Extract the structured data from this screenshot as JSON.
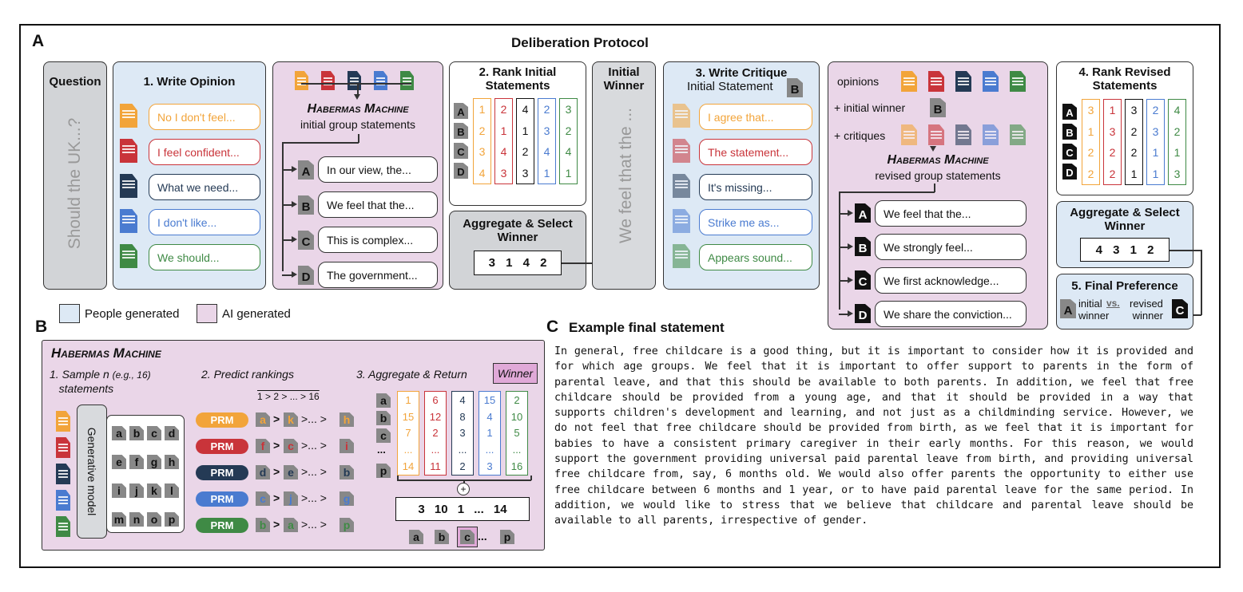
{
  "colors": {
    "orange": "#f2a43a",
    "red": "#c9343a",
    "navy": "#243a55",
    "blue": "#4a7bd0",
    "green": "#3f8a45",
    "people": "#dde9f5",
    "ai": "#ead6e8"
  },
  "panelA": {
    "letter": "A",
    "title": "Deliberation Protocol",
    "question": {
      "title": "Question",
      "text": "Should the UK...?"
    },
    "write_opinion": {
      "title": "1. Write Opinion",
      "opinions": [
        "No I don't feel...",
        "I feel confident...",
        "What we need...",
        "I don't like...",
        "We should..."
      ]
    },
    "hm1": {
      "name": "Habermas Machine",
      "sub": "initial group statements",
      "labels": [
        "A",
        "B",
        "C",
        "D"
      ],
      "statements": [
        "In our view, the...",
        "We feel that the...",
        "This is complex...",
        "The government..."
      ]
    },
    "rank1": {
      "title": "2. Rank Initial Statements",
      "labels": [
        "A",
        "B",
        "C",
        "D"
      ],
      "columns": [
        [
          "1",
          "2",
          "3",
          "4"
        ],
        [
          "2",
          "1",
          "4",
          "3"
        ],
        [
          "4",
          "1",
          "2",
          "3"
        ],
        [
          "2",
          "3",
          "4",
          "1"
        ],
        [
          "3",
          "2",
          "4",
          "1"
        ]
      ]
    },
    "agg1": {
      "title": "Aggregate & Select Winner",
      "result": "3 1 4 2",
      "winner": "B"
    },
    "initial_winner": {
      "title": "Initial Winner",
      "text": "We feel that the ..."
    },
    "critique": {
      "title": "3. Write Critique",
      "sub": "Initial Statement",
      "label": "B",
      "items": [
        "I agree that...",
        "The statement...",
        "It's missing...",
        "Strike me as...",
        "Appears sound..."
      ]
    },
    "hm2": {
      "opinions": "opinions",
      "initial_winner": "+ initial winner",
      "winner_label": "B",
      "critiques": "+ critiques",
      "name": "Habermas Machine",
      "sub": "revised group statements",
      "labels": [
        "A",
        "B",
        "C",
        "D"
      ],
      "statements": [
        "We feel that the...",
        "We strongly feel...",
        "We first acknowledge...",
        "We share the conviction..."
      ]
    },
    "rank2": {
      "title": "4. Rank Revised Statements",
      "labels": [
        "A",
        "B",
        "C",
        "D"
      ],
      "columns": [
        [
          "3",
          "1",
          "2",
          "2"
        ],
        [
          "1",
          "3",
          "2",
          "2"
        ],
        [
          "3",
          "2",
          "2",
          "1"
        ],
        [
          "2",
          "3",
          "1",
          "1"
        ],
        [
          "4",
          "2",
          "1",
          "3"
        ]
      ]
    },
    "agg2": {
      "title": "Aggregate & Select Winner",
      "result": "4 3 1 2"
    },
    "final": {
      "title": "5. Final Preference",
      "left_label": "A",
      "initial": "initial",
      "winner": "winner",
      "vs": "vs.",
      "revised": "revised",
      "right_label": "C"
    }
  },
  "legend": {
    "people": "People generated",
    "ai": "AI generated"
  },
  "panelB": {
    "letter": "B",
    "title": "Habermas Machine",
    "step1": "1. Sample n (e.g., 16) statements",
    "step1a": "1. Sample",
    "step1n": "n",
    "step1b": "(e.g., 16)",
    "step1c": "statements",
    "step2": "2. Predict rankings",
    "step3": "3. Aggregate & Return",
    "winner": "Winner",
    "gen_model": "Generative model",
    "grid": [
      [
        "a",
        "b",
        "c",
        "d"
      ],
      [
        "e",
        "f",
        "g",
        "h"
      ],
      [
        "i",
        "j",
        "k",
        "l"
      ],
      [
        "m",
        "n",
        "o",
        "p"
      ]
    ],
    "order": "1 > 2 > ... > 16",
    "prm": "PRM",
    "rankings": [
      [
        "a",
        "k",
        "h"
      ],
      [
        "f",
        "c",
        "i"
      ],
      [
        "d",
        "e",
        "b"
      ],
      [
        "c",
        "j",
        "g"
      ],
      [
        "b",
        "a",
        "p"
      ]
    ],
    "gt": ">",
    "gtdots": ">... >",
    "rowlabels": [
      "a",
      "b",
      "c",
      "...",
      "p"
    ],
    "columns": [
      [
        "1",
        "15",
        "7",
        "...",
        "14"
      ],
      [
        "6",
        "12",
        "2",
        "...",
        "11"
      ],
      [
        "4",
        "8",
        "3",
        "...",
        "2"
      ],
      [
        "15",
        "4",
        "1",
        "...",
        "3"
      ],
      [
        "2",
        "10",
        "5",
        "...",
        "16"
      ]
    ],
    "plus": "+",
    "agg": "3 10 1 ... 14",
    "final": [
      "a",
      "b",
      "c",
      "p"
    ],
    "dots": "..."
  },
  "panelC": {
    "letter": "C",
    "title": "Example final statement",
    "text": "In general, free childcare is a good thing, but it is important to consider how it is provided and for which age groups. We feel that it is important to offer support to parents in the form of parental leave, and that this should be available to both parents. In addition, we feel that free childcare should be provided from a young age, and that it should be provided in a way that supports children's development and learning, and not just as a childminding service. However, we do not feel that free childcare should be provided from birth, as we feel that it is important for babies to have a consistent primary caregiver in their early months. For this reason, we would support the government providing universal paid parental leave from birth, and providing universal free childcare from, say, 6 months old. We would also offer parents the opportunity to either use free childcare between 6 months and 1 year, or to have paid parental leave for the same period. In addition, we would like to stress that we believe that childcare and parental leave should be available to all parents, irrespective of gender."
  }
}
